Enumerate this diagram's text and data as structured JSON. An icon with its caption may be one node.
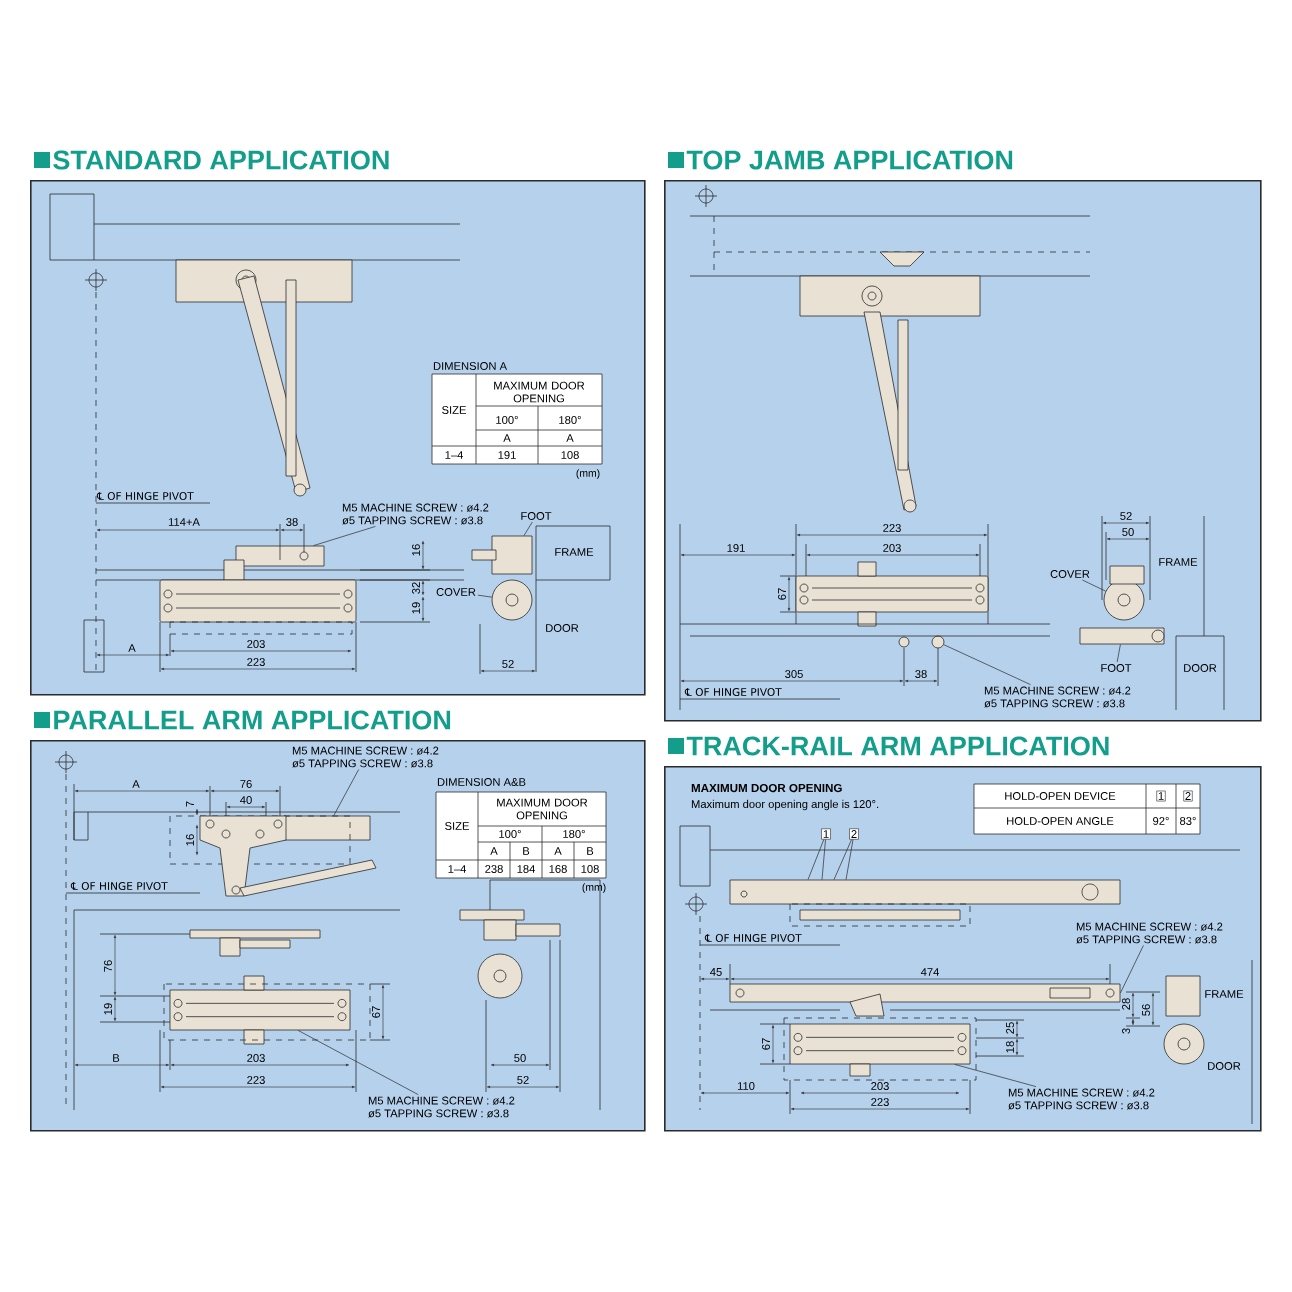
{
  "diagram": {
    "nodes": [
      {
        "text": [
          "STANDARD APPLICATION"
        ]
      },
      {
        "text": [
          "TOP JAMB APPLICATION"
        ]
      },
      {
        "text": [
          "PARALLEL ARM APPLICATION"
        ]
      },
      {
        "text": [
          "TRACK-RAIL ARM APPLICATION"
        ]
      },
      {
        "text": [
          "M5 MACHINE SCREW : ø4.2",
          "ø5 TAPPING SCREW : ø3.8"
        ],
        "in": 0
      },
      {
        "text": [
          "FOOT"
        ],
        "in": 0
      },
      {
        "text": [
          "COVER"
        ],
        "in": 0
      },
      {
        "text": [
          "COVER"
        ],
        "in": 1
      },
      {
        "text": [
          "FOOT"
        ],
        "in": 1
      },
      {
        "text": [
          "M5 MACHINE SCREW : ø4.2",
          "ø5 TAPPING SCREW : ø3.8"
        ],
        "in": 1
      },
      {
        "text": [
          "M5 MACHINE SCREW : ø4.2",
          "ø5 TAPPING SCREW : ø3.8"
        ],
        "in": 2
      },
      {
        "text": [
          "M5 MACHINE SCREW : ø4.2",
          "ø5 TAPPING SCREW : ø3.8"
        ],
        "in": 2
      },
      {
        "text": [
          "1"
        ],
        "in": 3
      },
      {
        "text": [
          "2"
        ],
        "in": 3
      },
      {
        "text": [
          "M5 MACHINE SCREW : ø4.2",
          "ø5 TAPPING SCREW : ø3.8"
        ],
        "in": 3
      },
      {
        "text": [
          "M5 MACHINE SCREW : ø4.2",
          "ø5 TAPPING SCREW : ø3.8"
        ],
        "in": 3
      },
      {
        "text": [],
        "shape": "box",
        "in": 0
      },
      {
        "text": [],
        "shape": "box",
        "in": 0
      },
      {
        "text": [],
        "shape": "circle",
        "in": 0
      },
      {
        "text": [],
        "shape": "circle",
        "in": 1
      },
      {
        "text": [],
        "shape": "box",
        "in": 1
      },
      {
        "text": [],
        "shape": "circle",
        "in": 1
      },
      {
        "text": [],
        "shape": "box",
        "in": 2
      },
      {
        "text": [],
        "shape": "box",
        "in": 2
      },
      {
        "text": [],
        "shape": "box",
        "in": 3
      },
      {
        "text": [],
        "shape": "box",
        "in": 3
      },
      {
        "text": [],
        "shape": "box",
        "in": 3
      }
    ],
    "edges": [
      {
        "from": 4,
        "to": 16,
        "arrow": "none"
      },
      {
        "from": 5,
        "to": 17,
        "arrow": "none"
      },
      {
        "from": 6,
        "to": 18,
        "arrow": "none"
      },
      {
        "from": 7,
        "to": 19,
        "arrow": "none"
      },
      {
        "from": 8,
        "to": 20,
        "arrow": "none"
      },
      {
        "from": 9,
        "to": 21,
        "arrow": "none"
      },
      {
        "from": 10,
        "to": 22,
        "arrow": "none"
      },
      {
        "from": 11,
        "to": 23,
        "arrow": "none"
      },
      {
        "from": 12,
        "to": 24,
        "arrow": "none"
      },
      {
        "from": 12,
        "to": 24,
        "arrow": "none"
      },
      {
        "from": 13,
        "to": 24,
        "arrow": "none"
      },
      {
        "from": 13,
        "to": 24,
        "arrow": "none"
      },
      {
        "from": 14,
        "to": 25,
        "arrow": "none"
      },
      {
        "from": 15,
        "to": 26,
        "arrow": "none"
      }
    ],
    "labels": [
      "DIMENSION A",
      "MAXIMUM DOOR OPENING",
      "SIZE",
      "100°",
      "180°",
      "A",
      "A",
      "1–4",
      "191",
      "108",
      "(mm)",
      "℄ OF HINGE PIVOT",
      "114+A",
      "38",
      "16",
      "32",
      "19",
      "FRAME",
      "DOOR",
      "A",
      "203",
      "223",
      "52",
      "52",
      "50",
      "223",
      "191",
      "203",
      "FRAME",
      "67",
      "DOOR",
      "305",
      "38",
      "℄ OF HINGE PIVOT",
      "A",
      "76",
      "DIMENSION A&B",
      "MAXIMUM DOOR OPENING",
      "SIZE",
      "100°",
      "180°",
      "A",
      "B",
      "A",
      "B",
      "1–4",
      "238",
      "184",
      "168",
      "108",
      "(mm)",
      "7",
      "40",
      "16",
      "℄ OF HINGE PIVOT",
      "76",
      "19",
      "67",
      "B",
      "203",
      "223",
      "50",
      "52",
      "MAXIMUM DOOR OPENING",
      "Maximum door opening angle is 120°.",
      "HOLD-OPEN DEVICE",
      "1",
      "2",
      "HOLD-OPEN ANGLE",
      "92°",
      "83°",
      "℄ OF HINGE PIVOT",
      "45",
      "474",
      "FRAME",
      "28",
      "56",
      "25",
      "3",
      "67",
      "18",
      "DOOR",
      "110",
      "203",
      "223"
    ]
  }
}
